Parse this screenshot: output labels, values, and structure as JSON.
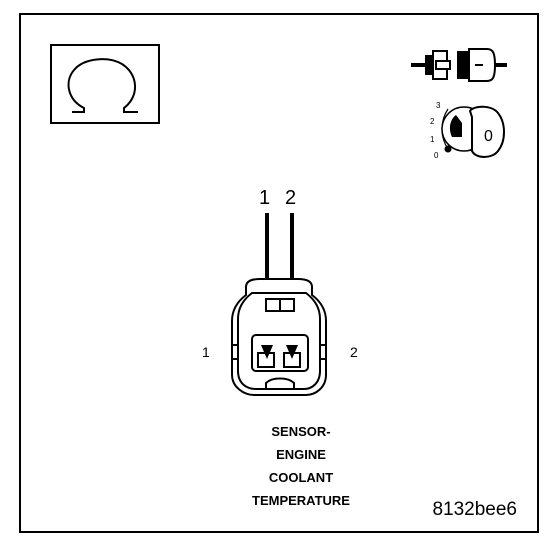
{
  "pins_top": [
    "1",
    "2"
  ],
  "pins_side": {
    "left": "1",
    "right": "2"
  },
  "caption": [
    "SENSOR-",
    "ENGINE",
    "COOLANT",
    "TEMPERATURE"
  ],
  "figure_code": "8132bee6",
  "ignition_positions": [
    "3",
    "2",
    "1",
    "0"
  ],
  "ignition_key_label": "0",
  "icons": {
    "meter": "ohm-icon",
    "disconnect": "connector-disconnected-icon",
    "ignition": "ignition-key-off-icon"
  }
}
